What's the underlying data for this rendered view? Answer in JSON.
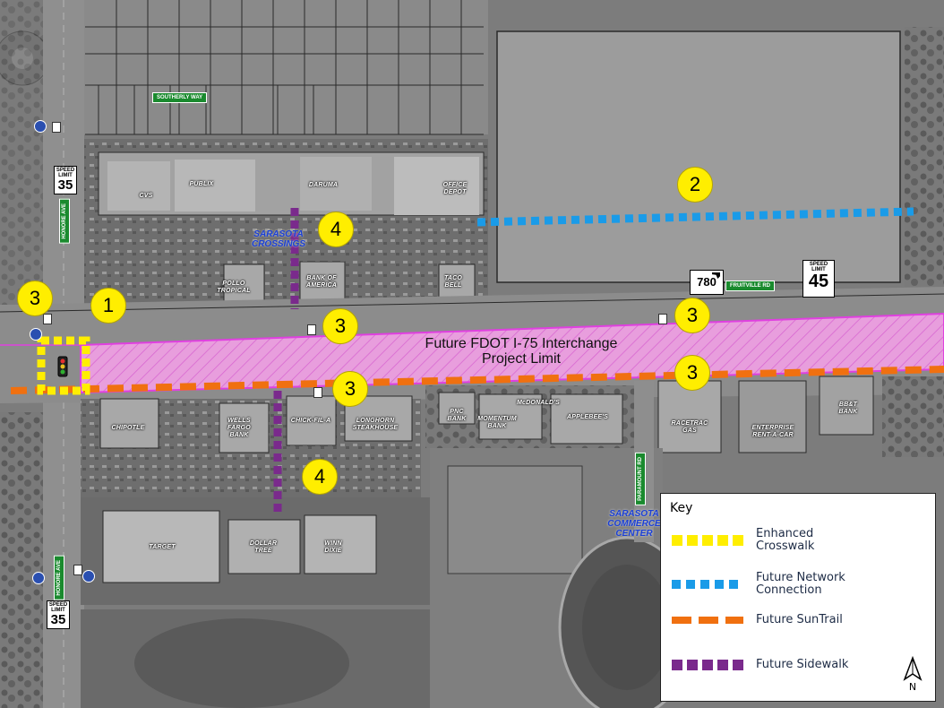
{
  "markers": [
    {
      "id": "m1",
      "label": "1"
    },
    {
      "id": "m2",
      "label": "2"
    },
    {
      "id": "m3a",
      "label": "3"
    },
    {
      "id": "m3b",
      "label": "3"
    },
    {
      "id": "m3c",
      "label": "3"
    },
    {
      "id": "m3d",
      "label": "3"
    },
    {
      "id": "m3e",
      "label": "3"
    },
    {
      "id": "m4a",
      "label": "4"
    },
    {
      "id": "m4b",
      "label": "4"
    }
  ],
  "project": {
    "line1": "Future FDOT I-75 Interchange",
    "line2": "Project Limit",
    "color": "#e040e0"
  },
  "streets": {
    "southerly": "SOUTHERLY WAY",
    "honore_north": "HONORE AVE",
    "honore_south": "HONORE AVE",
    "fruitville": "FRUITVILLE RD",
    "paramount": "PARAMOUNT RD"
  },
  "signs": {
    "speed_label": "SPEED LIMIT",
    "speed_35_north": "35",
    "speed_35_south": "35",
    "speed_45": "45",
    "highway_780": "780"
  },
  "businesses": {
    "cvs": "CVS",
    "publix": "PUBLIX",
    "daruma": "DARUMA",
    "office_depot": "OFFICE\nDEPOT",
    "pollo": "POLLO\nTROPICAL",
    "boa": "BANK OF\nAMERICA",
    "taco": "TACO\nBELL",
    "chipotle": "CHIPOTLE",
    "wells": "WELLS\nFARGO\nBANK",
    "chickfila": "CHICK-FIL-A",
    "longhorn": "LONGHORN\nSTEAKHOUSE",
    "pnc": "PNC\nBANK",
    "mcdonalds": "McDONALD'S",
    "momentum": "MOMENTUM\nBANK",
    "applebees": "APPLEBEE'S",
    "racetrac": "RACETRAC\nGAS",
    "enterprise": "ENTERPRISE\nRENT-A-CAR",
    "bbat": "BB&T\nBANK",
    "target": "TARGET",
    "dollar": "DOLLAR\nTREE",
    "winn": "WINN\nDIXIE",
    "sarasota_crossings": "SARASOTA\nCROSSINGS",
    "sarasota_commerce": "SARASOTA\nCOMMERCE\nCENTER"
  },
  "legend": {
    "title": "Key",
    "items": [
      {
        "label": "Enhanced\nCrosswalk",
        "color": "#ffee00",
        "pattern": "square"
      },
      {
        "label": "Future Network\nConnection",
        "color": "#1a9be8",
        "pattern": "square"
      },
      {
        "label": "Future SunTrail",
        "color": "#f07010",
        "pattern": "dash"
      },
      {
        "label": "Future Sidewalk",
        "color": "#7a2a8c",
        "pattern": "square"
      }
    ],
    "north": "N"
  }
}
